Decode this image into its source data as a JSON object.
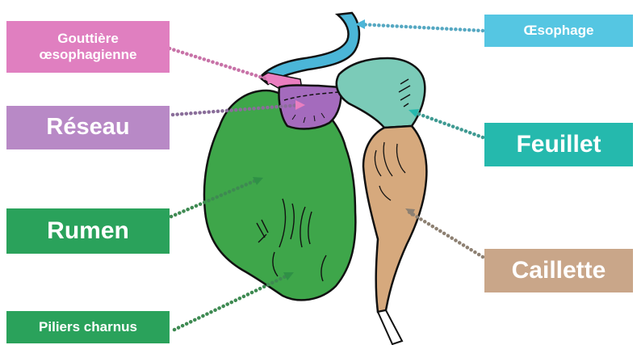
{
  "labels": {
    "gouttiere": "Gouttière\nœsophagienne",
    "reseau": "Réseau",
    "rumen": "Rumen",
    "piliers": "Piliers charnus",
    "oesophage": "Œsophage",
    "feuillet": "Feuillet",
    "caillette": "Caillette"
  },
  "colors": {
    "rumen": "#3ea64a",
    "reseau": "#a46bbd",
    "feuillet": "#7bcbb8",
    "caillette": "#d6a97d",
    "oesophage": "#4bb6d8",
    "gouttiere": "#ea7ec0",
    "outline": "#111111"
  }
}
